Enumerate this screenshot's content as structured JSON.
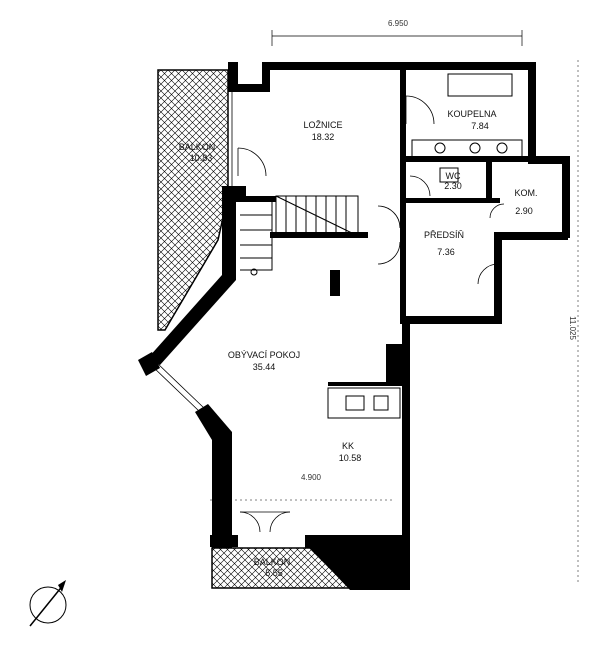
{
  "plan": {
    "rooms": [
      {
        "id": "loznice",
        "name": "LOŽNICE",
        "area": "18.32"
      },
      {
        "id": "koupelna",
        "name": "KOUPELNA",
        "area": "7.84"
      },
      {
        "id": "wc",
        "name": "WC",
        "area": "2.30"
      },
      {
        "id": "kom",
        "name": "KOM.",
        "area": "2.90"
      },
      {
        "id": "predsin",
        "name": "PŘEDSÍŇ",
        "area": "7.36"
      },
      {
        "id": "obyvaci",
        "name": "OBÝVACÍ POKOJ",
        "area": "35.44"
      },
      {
        "id": "kk",
        "name": "KK",
        "area": "10.58"
      },
      {
        "id": "balkon-west",
        "name": "BALKON",
        "area": "10.83"
      },
      {
        "id": "balkon-south",
        "name": "BALKON",
        "area": "5.55"
      }
    ],
    "dimensions": {
      "top_width": "6.950",
      "right_height": "11.025",
      "inner_width": "4.900"
    }
  }
}
